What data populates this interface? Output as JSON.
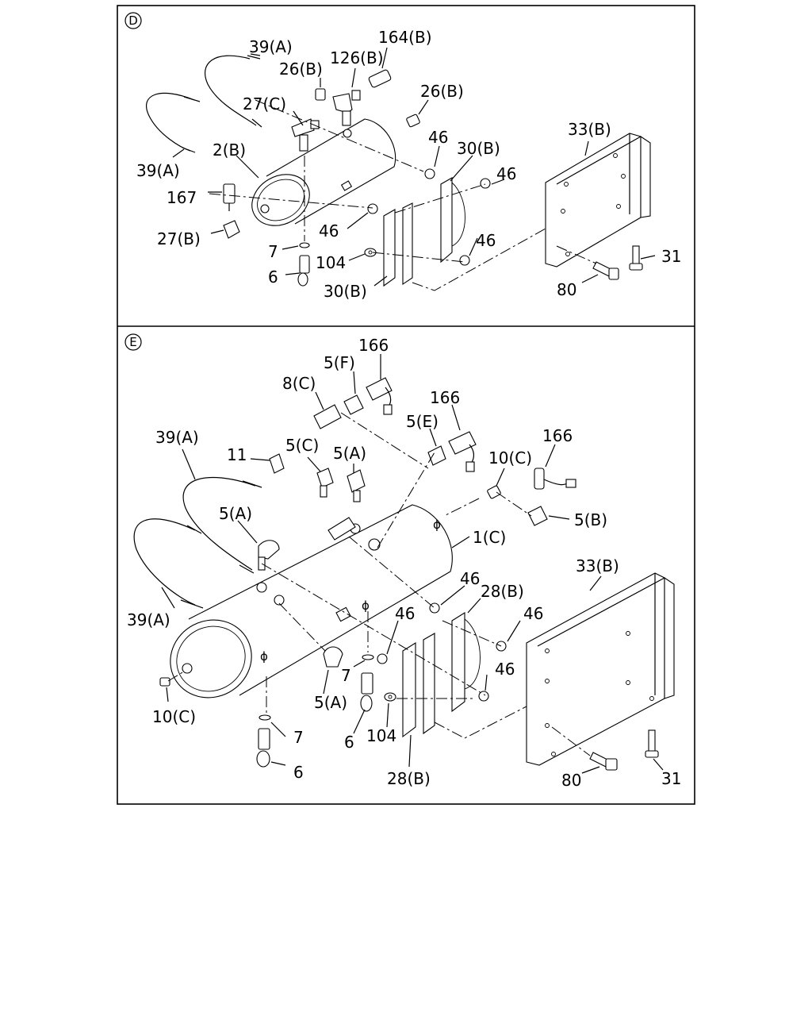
{
  "sections": [
    {
      "id": "D",
      "labels": {
        "l39a_top": "39(A)",
        "l164b": "164(B)",
        "l26b_1": "26(B)",
        "l126b": "126(B)",
        "l26b_2": "26(B)",
        "l27c": "27(C)",
        "l39a_left": "39(A)",
        "l2b": "2(B)",
        "l46_1": "46",
        "l30b_top": "30(B)",
        "l33b": "33(B)",
        "l46_2": "46",
        "l167": "167",
        "l27b": "27(B)",
        "l46_3": "46",
        "l46_4": "46",
        "l7": "7",
        "l104": "104",
        "l31": "31",
        "l6": "6",
        "l30b_bot": "30(B)",
        "l80": "80"
      }
    },
    {
      "id": "E",
      "labels": {
        "l166_1": "166",
        "l5f": "5(F)",
        "l8c": "8(C)",
        "l166_2": "166",
        "l5e": "5(E)",
        "l39a_top": "39(A)",
        "l166_3": "166",
        "l11": "11",
        "l5c": "5(C)",
        "l5a_1": "5(A)",
        "l10c_1": "10(C)",
        "l5a_2": "5(A)",
        "l5b": "5(B)",
        "l1c": "1(C)",
        "l33b": "33(B)",
        "l46_1": "46",
        "l28b_top": "28(B)",
        "l39a_left": "39(A)",
        "l46_2": "46",
        "l46_3": "46",
        "l7_1": "7",
        "l46_4": "46",
        "l5a_3": "5(A)",
        "l10c_2": "10(C)",
        "l7_2": "7",
        "l104": "104",
        "l6_1": "6",
        "l6_2": "6",
        "l28b_bot": "28(B)",
        "l80": "80",
        "l31": "31"
      }
    }
  ]
}
